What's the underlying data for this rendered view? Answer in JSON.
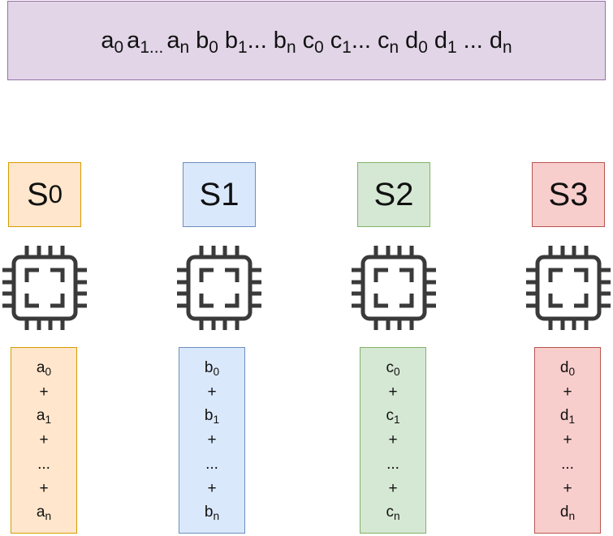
{
  "sequence": [
    {
      "base": "a",
      "sub": "0"
    },
    {
      "base": "a",
      "sub": "1...",
      "tight": true
    },
    {
      "base": "a",
      "sub": "n"
    },
    {
      "base": "b",
      "sub": "0"
    },
    {
      "base": "b",
      "sub": "1",
      "suffix": "..."
    },
    {
      "base": "b",
      "sub": "n"
    },
    {
      "base": "c",
      "sub": "0"
    },
    {
      "base": "c",
      "sub": "1",
      "suffix": "..."
    },
    {
      "base": "c",
      "sub": "n"
    },
    {
      "base": "d",
      "sub": "0"
    },
    {
      "base": "d",
      "sub": "1"
    },
    {
      "base": "...",
      "sub": ""
    },
    {
      "base": "d",
      "sub": "n"
    }
  ],
  "servers": [
    {
      "label": "S",
      "index": "0",
      "subscript": true,
      "color_fill": "#ffe6cc",
      "color_stroke": "#d79b00",
      "terms": [
        {
          "base": "a",
          "sub": "0"
        },
        {
          "base": "+",
          "sub": ""
        },
        {
          "base": "a",
          "sub": "1"
        },
        {
          "base": "+",
          "sub": ""
        },
        {
          "base": "...",
          "sub": ""
        },
        {
          "base": "+",
          "sub": ""
        },
        {
          "base": "a",
          "sub": "n"
        }
      ]
    },
    {
      "label": "S",
      "index": "1",
      "subscript": false,
      "color_fill": "#dae8fc",
      "color_stroke": "#6c8ebf",
      "terms": [
        {
          "base": "b",
          "sub": "0"
        },
        {
          "base": "+",
          "sub": ""
        },
        {
          "base": "b",
          "sub": "1"
        },
        {
          "base": "+",
          "sub": ""
        },
        {
          "base": "...",
          "sub": ""
        },
        {
          "base": "+",
          "sub": ""
        },
        {
          "base": "b",
          "sub": "n"
        }
      ]
    },
    {
      "label": "S",
      "index": "2",
      "subscript": false,
      "color_fill": "#d5e8d4",
      "color_stroke": "#82b366",
      "terms": [
        {
          "base": "c",
          "sub": "0"
        },
        {
          "base": "+",
          "sub": ""
        },
        {
          "base": "c",
          "sub": "1"
        },
        {
          "base": "+",
          "sub": ""
        },
        {
          "base": "...",
          "sub": ""
        },
        {
          "base": "+",
          "sub": ""
        },
        {
          "base": "c",
          "sub": "n"
        }
      ]
    },
    {
      "label": "S",
      "index": "3",
      "subscript": false,
      "color_fill": "#f8cecc",
      "color_stroke": "#b85450",
      "terms": [
        {
          "base": "d",
          "sub": "0"
        },
        {
          "base": "+",
          "sub": ""
        },
        {
          "base": "d",
          "sub": "1"
        },
        {
          "base": "+",
          "sub": ""
        },
        {
          "base": "...",
          "sub": ""
        },
        {
          "base": "+",
          "sub": ""
        },
        {
          "base": "d",
          "sub": "n"
        }
      ]
    }
  ],
  "icons": {
    "processor": "cpu-chip-icon"
  },
  "colors": {
    "banner_fill": "#e1d5e7",
    "banner_stroke": "#9673a6",
    "icon_stroke": "#3a3a3a"
  }
}
